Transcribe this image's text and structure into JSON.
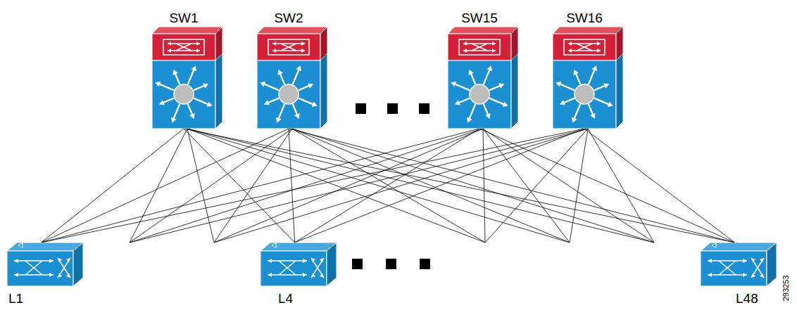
{
  "diagram": {
    "nodes": [
      {
        "text": [
          "SW1"
        ]
      },
      {
        "text": [
          "SW2"
        ]
      },
      {
        "text": [
          "SW15"
        ]
      },
      {
        "text": [
          "SW16"
        ]
      },
      {
        "text": [
          "L1"
        ]
      },
      {
        "text": [
          "L4"
        ]
      },
      {
        "text": [
          "L48"
        ]
      }
    ],
    "edges": [
      {
        "from": 0,
        "to": 4,
        "arrow": "none"
      },
      {
        "from": 0,
        "to": 5,
        "arrow": "none"
      },
      {
        "from": 0,
        "to": 6,
        "arrow": "none"
      },
      {
        "from": 1,
        "to": 4,
        "arrow": "none"
      },
      {
        "from": 1,
        "to": 5,
        "arrow": "none"
      },
      {
        "from": 1,
        "to": 6,
        "arrow": "none"
      },
      {
        "from": 2,
        "to": 4,
        "arrow": "none"
      },
      {
        "from": 2,
        "to": 5,
        "arrow": "none"
      },
      {
        "from": 2,
        "to": 6,
        "arrow": "none"
      },
      {
        "from": 3,
        "to": 4,
        "arrow": "none"
      },
      {
        "from": 3,
        "to": 5,
        "arrow": "none"
      },
      {
        "from": 3,
        "to": 6,
        "arrow": "none"
      }
    ],
    "labels": [
      "293253"
    ]
  }
}
